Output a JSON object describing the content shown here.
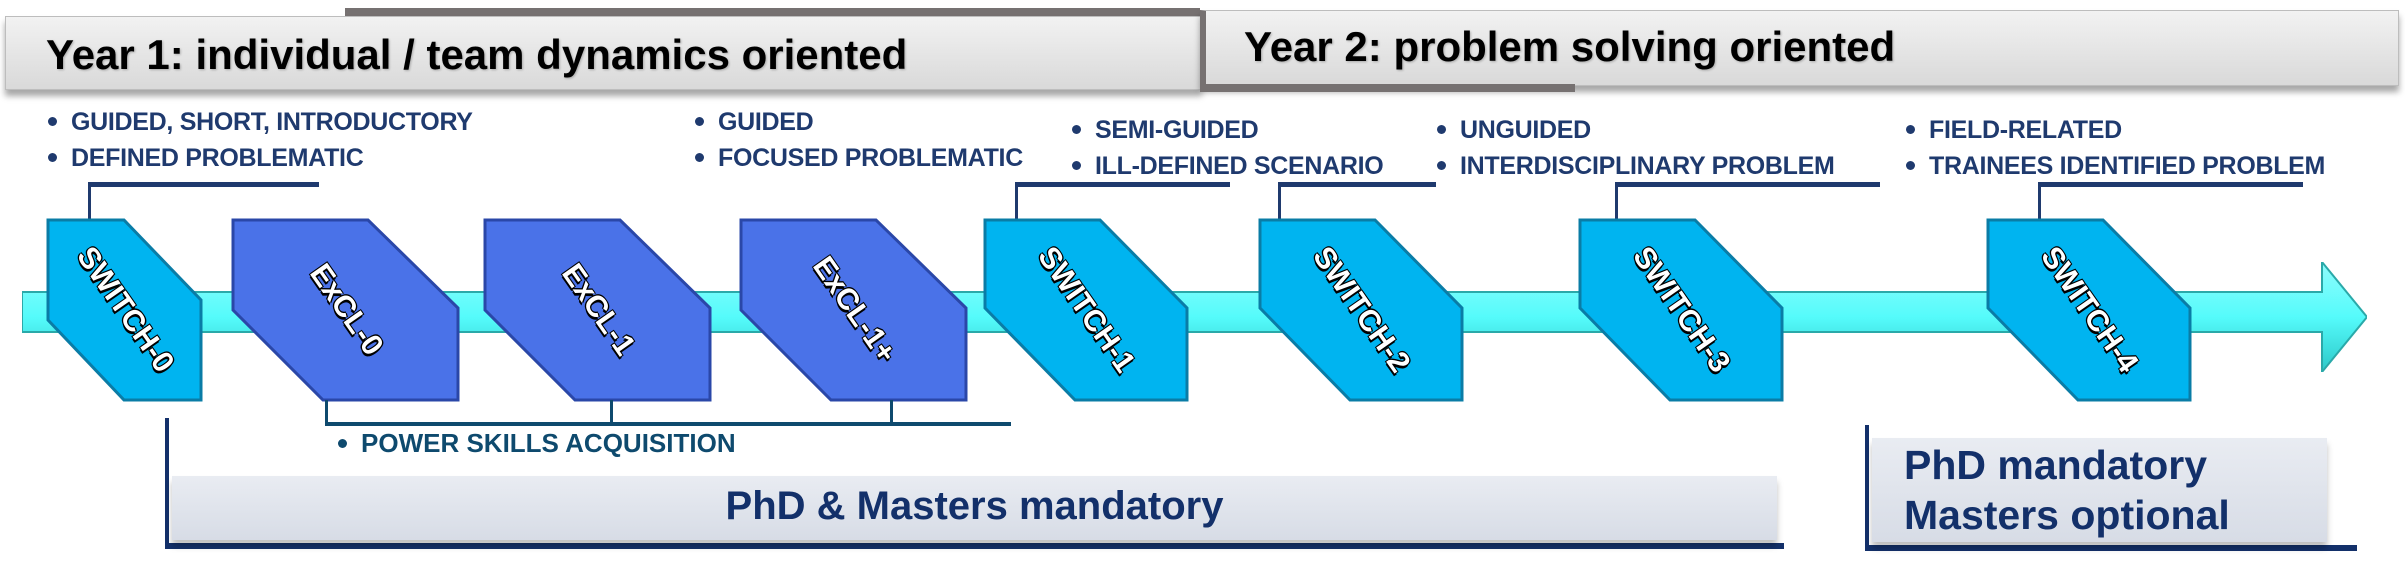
{
  "banners": {
    "year1": "Year 1: individual / team dynamics oriented",
    "year2": "Year 2: problem solving oriented"
  },
  "annotations": [
    {
      "items": [
        "GUIDED, SHORT, INTRODUCTORY",
        "DEFINED PROBLEMATIC"
      ]
    },
    {
      "items": [
        "GUIDED",
        "FOCUSED PROBLEMATIC"
      ]
    },
    {
      "items": [
        "SEMI-GUIDED",
        "ILL-DEFINED SCENARIO"
      ]
    },
    {
      "items": [
        "UNGUIDED",
        "INTERDISCIPLINARY PROBLEM"
      ]
    },
    {
      "items": [
        "FIELD-RELATED",
        "TRAINEES IDENTIFIED PROBLEM"
      ]
    }
  ],
  "steps": [
    {
      "label": "SWITCH-0",
      "kind": "switch"
    },
    {
      "label": "ExCL-0",
      "kind": "excl"
    },
    {
      "label": "ExCL-1",
      "kind": "excl"
    },
    {
      "label": "ExCL-1+",
      "kind": "excl"
    },
    {
      "label": "SWITCH-1",
      "kind": "switch"
    },
    {
      "label": "SWITCH-2",
      "kind": "switch"
    },
    {
      "label": "SWITCH-3",
      "kind": "switch"
    },
    {
      "label": "SWITCH-4",
      "kind": "switch"
    }
  ],
  "power_skills": "POWER SKILLS ACQUISITION",
  "requirements": {
    "mandatory_all": "PhD & Masters mandatory",
    "phd_only_line1": "PhD mandatory",
    "phd_only_line2": "Masters optional"
  },
  "colors": {
    "switch": "#00b4f0",
    "excl": "#4a72e8",
    "arrow": "#55fbfb",
    "text_navy": "#1f3a6e",
    "banner_gray": "#767171"
  }
}
